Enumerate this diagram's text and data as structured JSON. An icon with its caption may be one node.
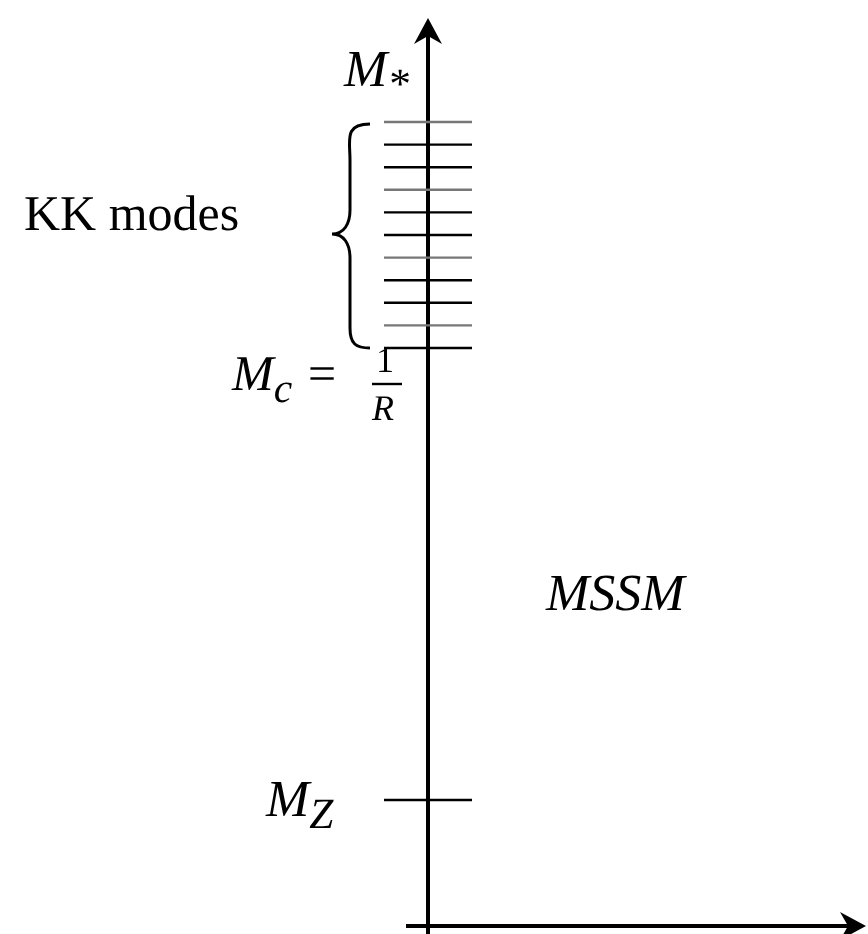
{
  "diagram": {
    "labels": [
      "M$_{*}$",
      "KK modes",
      "M$_{c}$ =",
      "1",
      "R",
      "MSSM",
      "M$_{Z}$"
    ]
  }
}
